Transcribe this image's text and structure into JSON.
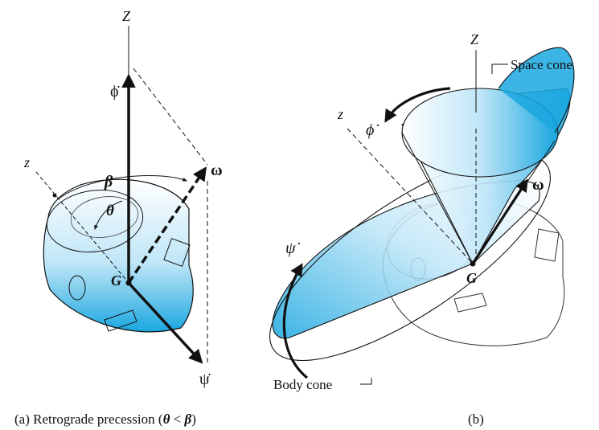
{
  "panel_a": {
    "axis_Z": "Z",
    "axis_z": "z",
    "phi_dot": "ϕ̇",
    "beta": "β",
    "theta": "θ",
    "omega": "ω",
    "G": "G",
    "psi_dot": "ψ̇",
    "caption_prefix": "(a) Retrograde precession (",
    "caption_theta": "θ",
    "caption_lt": " < ",
    "caption_beta": "β",
    "caption_suffix": ")"
  },
  "panel_b": {
    "axis_Z": "Z",
    "axis_z": "z",
    "phi_dot": "ϕ̇",
    "psi_dot": "ψ̇",
    "omega": "ω",
    "G": "G",
    "space_cone": "Space cone",
    "body_cone": "Body cone",
    "caption": "(b)"
  },
  "colors": {
    "cone_blue": "#1aa7e0",
    "cone_light": "#e8f6fd",
    "line": "#111111"
  }
}
